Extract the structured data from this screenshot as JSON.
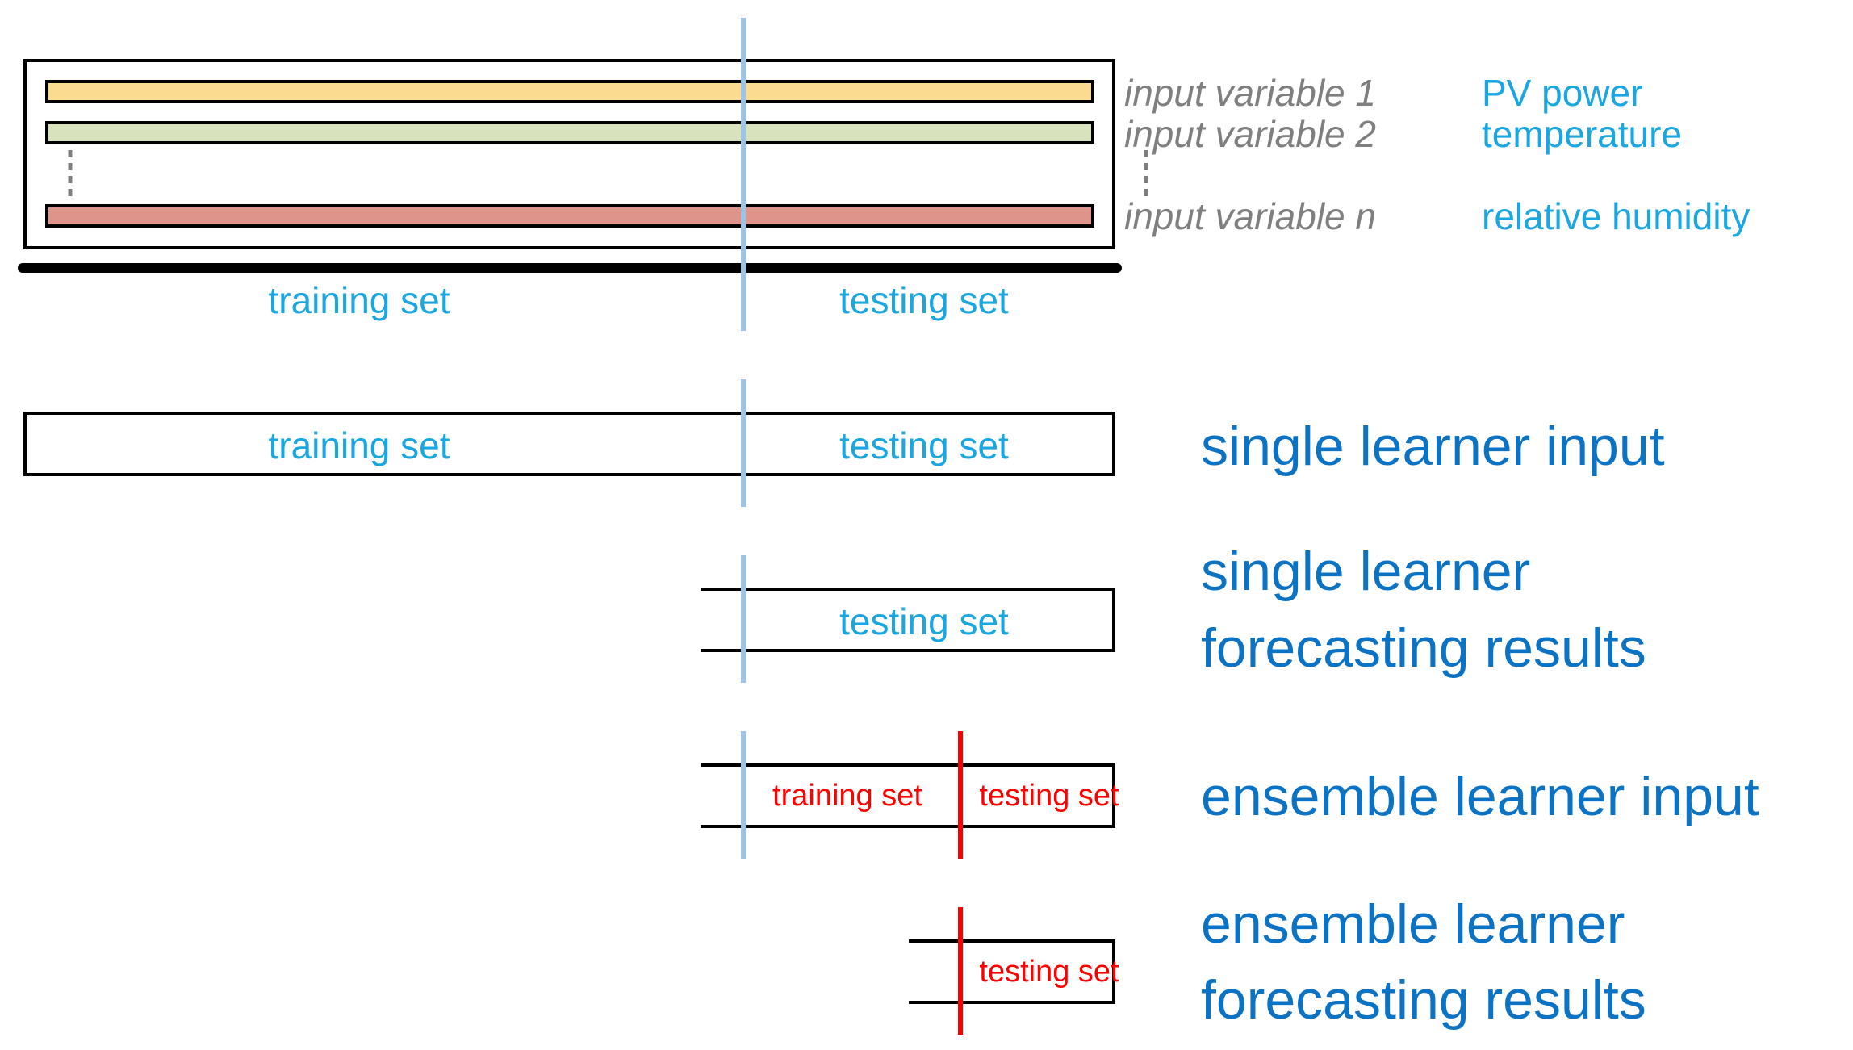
{
  "inputs": {
    "variables": [
      {
        "label": "input variable 1",
        "example": "PV power",
        "color": "#fbdb8f"
      },
      {
        "label": "input variable 2",
        "example": "temperature",
        "color": "#d8e3bd"
      },
      {
        "label": "input variable n",
        "example": "relative humidity",
        "color": "#df948b"
      }
    ],
    "training_label": "training set",
    "testing_label": "testing set"
  },
  "rows": {
    "single_input": {
      "title": "single learner input",
      "training_label": "training set",
      "testing_label": "testing set"
    },
    "single_results": {
      "title_line1": "single learner",
      "title_line2": "forecasting results",
      "testing_label": "testing set"
    },
    "ensemble_input": {
      "title": "ensemble learner input",
      "training_label": "training set",
      "testing_label": "testing set"
    },
    "ensemble_results": {
      "title_line1": "ensemble learner",
      "title_line2": "forecasting results",
      "testing_label": "testing set"
    }
  },
  "colors": {
    "split_line": "#9dc3e6",
    "ensemble_split_line": "#ff0000",
    "set_label": "#1aa6e0",
    "row_title": "#0b72c4",
    "variable_label": "#7f7f7f"
  }
}
